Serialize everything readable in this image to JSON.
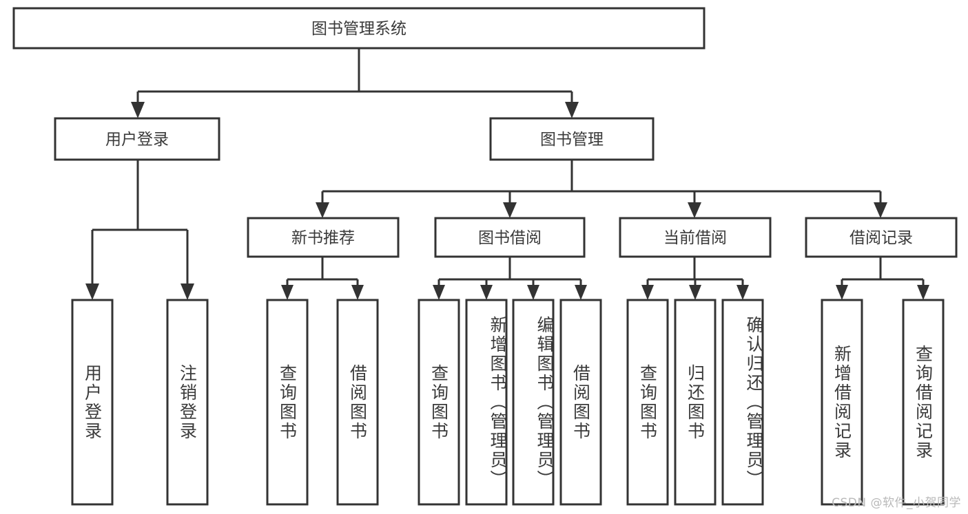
{
  "diagram": {
    "title": "图书管理系统",
    "type": "hierarchy-tree",
    "orientation": "top-down",
    "root": {
      "id": "root",
      "label": "图书管理系统",
      "level": 1
    },
    "level2": [
      {
        "id": "user-login",
        "label": "用户登录",
        "level": 2
      },
      {
        "id": "book-management",
        "label": "图书管理",
        "level": 2
      }
    ],
    "level3": [
      {
        "id": "new-book-recommend",
        "label": "新书推荐",
        "level": 3,
        "parent": "book-management"
      },
      {
        "id": "book-borrow",
        "label": "图书借阅",
        "level": 3,
        "parent": "book-management"
      },
      {
        "id": "current-borrow",
        "label": "当前借阅",
        "level": 3,
        "parent": "book-management"
      },
      {
        "id": "borrow-record",
        "label": "借阅记录",
        "level": 3,
        "parent": "book-management"
      }
    ],
    "leaves": [
      {
        "id": "leaf-user-login",
        "label": "用户登录",
        "parent": "user-login"
      },
      {
        "id": "leaf-logout-login",
        "label": "注销登录",
        "parent": "user-login"
      },
      {
        "id": "leaf-query-book-1",
        "label": "查询图书",
        "parent": "new-book-recommend"
      },
      {
        "id": "leaf-borrow-book-1",
        "label": "借阅图书",
        "parent": "new-book-recommend"
      },
      {
        "id": "leaf-query-book-2",
        "label": "查询图书",
        "parent": "book-borrow"
      },
      {
        "id": "leaf-add-book",
        "label": "新增图书（管理员）",
        "parent": "book-borrow"
      },
      {
        "id": "leaf-edit-book",
        "label": "编辑图书（管理员）",
        "parent": "book-borrow"
      },
      {
        "id": "leaf-borrow-book-2",
        "label": "借阅图书",
        "parent": "book-borrow"
      },
      {
        "id": "leaf-query-book-3",
        "label": "查询图书",
        "parent": "current-borrow"
      },
      {
        "id": "leaf-return-book",
        "label": "归还图书",
        "parent": "current-borrow"
      },
      {
        "id": "leaf-confirm-return",
        "label": "确认归还（管理员）",
        "parent": "current-borrow"
      },
      {
        "id": "leaf-add-record",
        "label": "新增借阅记录",
        "parent": "borrow-record"
      },
      {
        "id": "leaf-query-record",
        "label": "查询借阅记录",
        "parent": "borrow-record"
      }
    ]
  },
  "watermark": {
    "text": "CSDN @软件_小贺同学"
  },
  "colors": {
    "stroke": "#333333",
    "box_fill": "#ffffff",
    "text": "#3a3a3a",
    "watermark": "#b9b9b9",
    "background": "#ffffff"
  }
}
